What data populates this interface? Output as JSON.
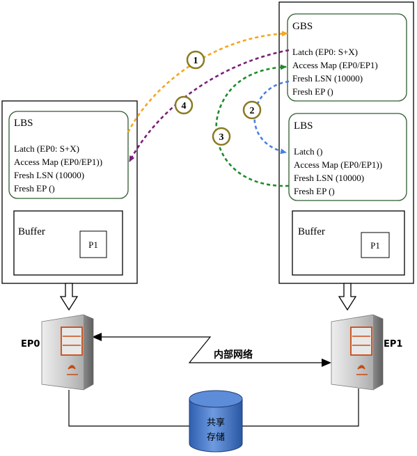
{
  "left_node": {
    "lbs": {
      "title": "LBS",
      "lines": [
        "Latch (EP0: S+X)",
        "Access Map (EP0/EP1))",
        "Fresh LSN (10000)",
        "Fresh EP ()"
      ]
    },
    "buffer": {
      "title": "Buffer",
      "page": "P1"
    },
    "server_label": "EP0"
  },
  "right_node": {
    "gbs": {
      "title": "GBS",
      "lines": [
        "Latch (EP0: S+X)",
        "Access Map (EP0/EP1)",
        "Fresh LSN (10000)",
        "Fresh EP ()"
      ]
    },
    "lbs": {
      "title": "LBS",
      "lines": [
        "Latch ()",
        "Access Map (EP0/EP1))",
        "Fresh LSN (10000)",
        "Fresh EP ()"
      ]
    },
    "buffer": {
      "title": "Buffer",
      "page": "P1"
    },
    "server_label": "EP1"
  },
  "network_label": "内部网络",
  "storage_label": [
    "共享",
    "存储"
  ],
  "steps": [
    {
      "number": "1",
      "color": "#f5a623"
    },
    {
      "number": "2",
      "color": "#4a7fe0"
    },
    {
      "number": "3",
      "color": "#1f8a2a"
    },
    {
      "number": "4",
      "color": "#7a1f7a"
    }
  ],
  "colors": {
    "box_border": "#2f5a2f",
    "circle_border": "#8a7a22",
    "storage_fill": "#3b68b8"
  }
}
